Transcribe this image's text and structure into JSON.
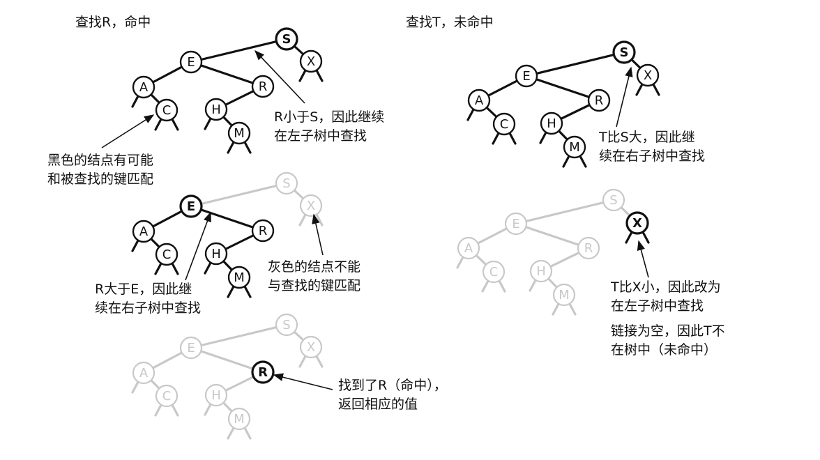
{
  "titles": {
    "left": "查找R，命中",
    "right": "查找T，未命中"
  },
  "node_labels": {
    "S": "S",
    "E": "E",
    "X": "X",
    "A": "A",
    "R": "R",
    "C": "C",
    "H": "H",
    "M": "M"
  },
  "annotations": {
    "black_node": [
      "黑色的结点有可能",
      "和被查找的键匹配"
    ],
    "r_less_s": [
      "R小于S，因此继续",
      "在左子树中查找"
    ],
    "r_greater_e": [
      "R大于E，因此继",
      "续在右子树中查找"
    ],
    "grey_node": [
      "灰色的结点不能",
      "与查找的键匹配"
    ],
    "found_r": [
      "找到了R（命中），",
      "返回相应的值"
    ],
    "t_greater_s": [
      "T比S大，因此继",
      "续在右子树中查找"
    ],
    "t_less_x": [
      "T比X小，因此改为",
      "在左子树中查找"
    ],
    "null_link": [
      "链接为空，因此T不",
      "在树中（未命中）"
    ]
  },
  "colors": {
    "active": "#111111",
    "inactive": "#c8c8c8"
  }
}
